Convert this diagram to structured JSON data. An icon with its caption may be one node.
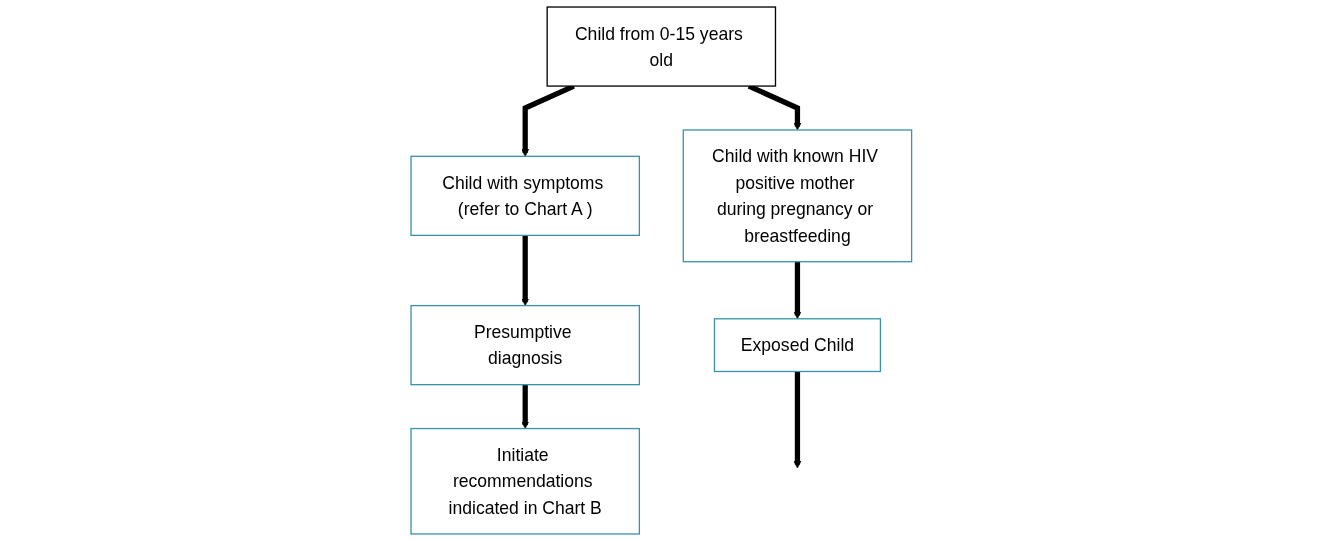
{
  "diagram": {
    "nodes": [
      {
        "text": [
          "Child from 0-15 years old"
        ]
      },
      {
        "text": [
          "Child with symptoms (refer to Chart A )"
        ]
      },
      {
        "text": [
          "Presumptive diagnosis"
        ]
      },
      {
        "text": [
          "Initiate recommendations indicated in Chart B"
        ]
      },
      {
        "text": [
          "Child with known HIV positive mother during pregnancy or breastfeeding"
        ]
      },
      {
        "text": [
          "Exposed Child"
        ]
      }
    ],
    "edges": [
      {
        "from": 0,
        "to": 1,
        "arrow": "to"
      },
      {
        "from": 0,
        "to": 4,
        "arrow": "to"
      },
      {
        "from": 1,
        "to": 2,
        "arrow": "to"
      },
      {
        "from": 2,
        "to": 3,
        "arrow": "to"
      },
      {
        "from": 4,
        "to": 5,
        "arrow": "to"
      },
      {
        "from": 5,
        "to": null,
        "arrow": "to"
      }
    ]
  }
}
